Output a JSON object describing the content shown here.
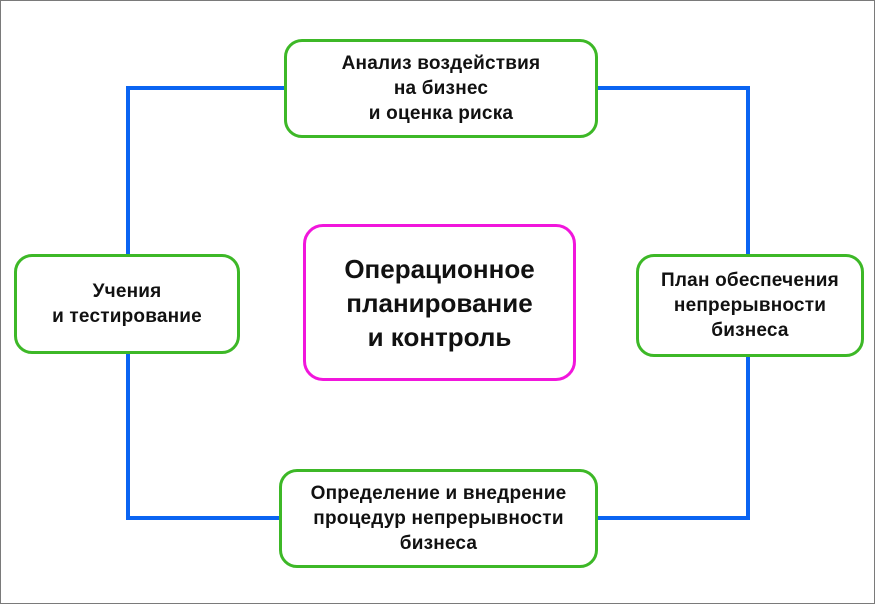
{
  "colors": {
    "loop": "#0a64f2",
    "node": "#3db827",
    "center": "#f116dc",
    "text": "#111111"
  },
  "diagram": {
    "title": "Операционное планирование и контроль",
    "center_node": {
      "label": "Операционное\nпланирование\nи контроль"
    },
    "top_node": {
      "label": "Анализ воздействия\nна бизнес\nи оценка риска"
    },
    "right_node": {
      "label": "План обеспечения\nнепрерывности\nбизнеса"
    },
    "bottom_node": {
      "label": "Определение и внедрение\nпроцедур непрерывности\nбизнеса"
    },
    "left_node": {
      "label": "Учения\nи тестирование"
    }
  }
}
